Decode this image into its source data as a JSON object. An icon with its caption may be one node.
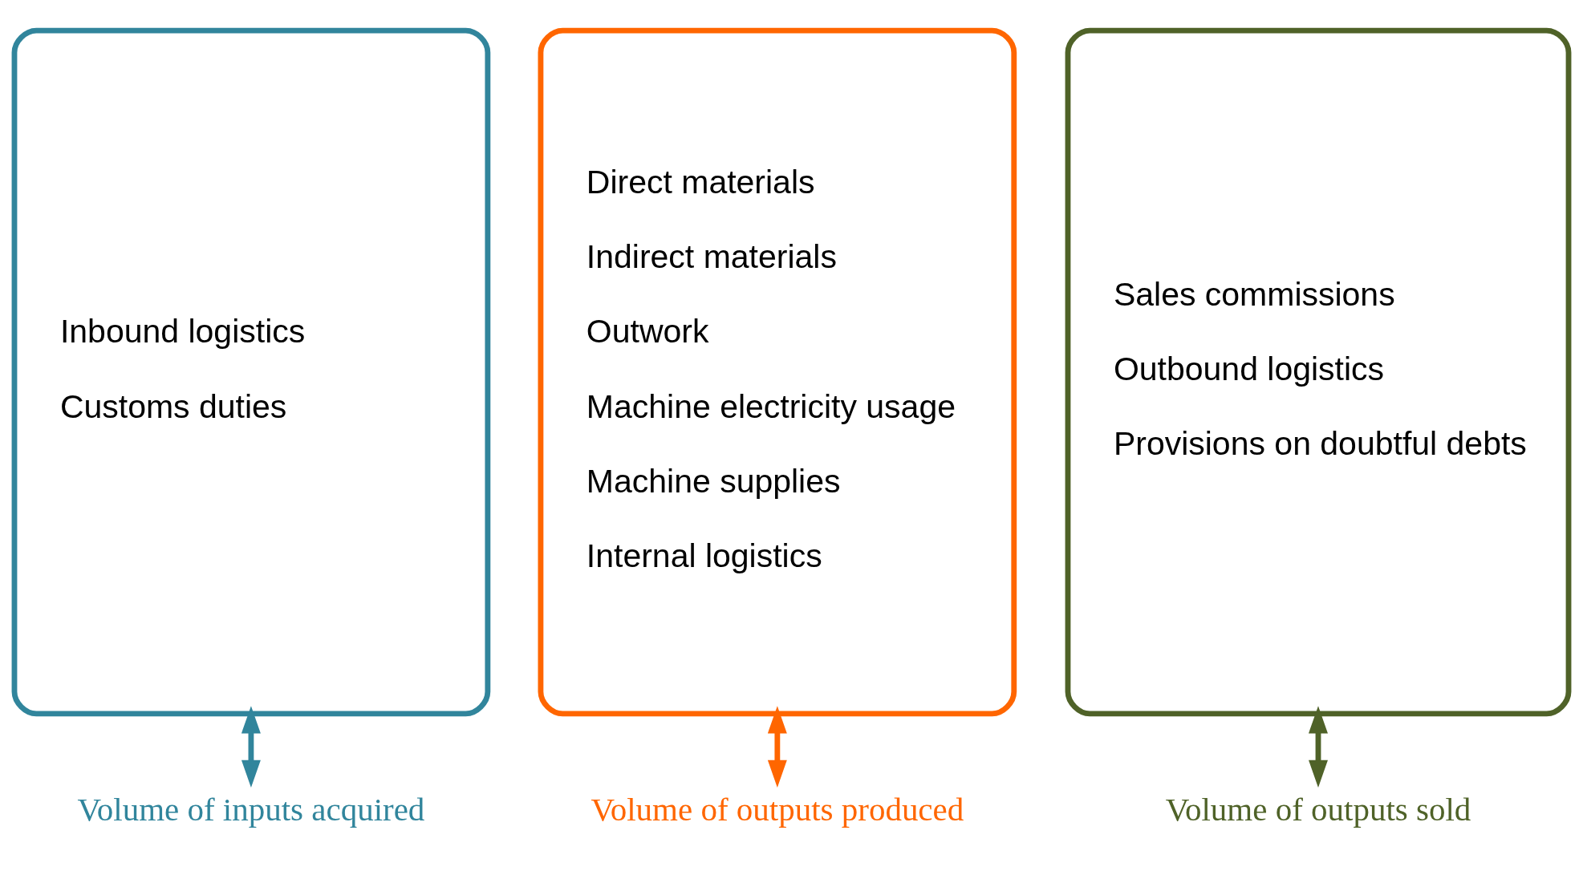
{
  "diagram": {
    "nodes": [
      {
        "text": [
          "Inbound logistics",
          "Customs duties"
        ]
      },
      {
        "text": [
          "Direct materials",
          "Indirect materials",
          "Outwork",
          "Machine electricity usage",
          "Machine supplies",
          "Internal logistics"
        ]
      },
      {
        "text": [
          "Sales commissions",
          "Outbound logistics",
          "Provisions on doubtful debts"
        ]
      },
      {
        "text": [
          "Volume of inputs acquired"
        ]
      },
      {
        "text": [
          "Volume of outputs produced"
        ]
      },
      {
        "text": [
          "Volume of outputs sold"
        ]
      }
    ],
    "edges": [
      {
        "from": 0,
        "to": 3,
        "arrow": "both",
        "color": "#31859c"
      },
      {
        "from": 1,
        "to": 4,
        "arrow": "both",
        "color": "#ff6600"
      },
      {
        "from": 2,
        "to": 5,
        "arrow": "both",
        "color": "#4f6228"
      }
    ]
  }
}
